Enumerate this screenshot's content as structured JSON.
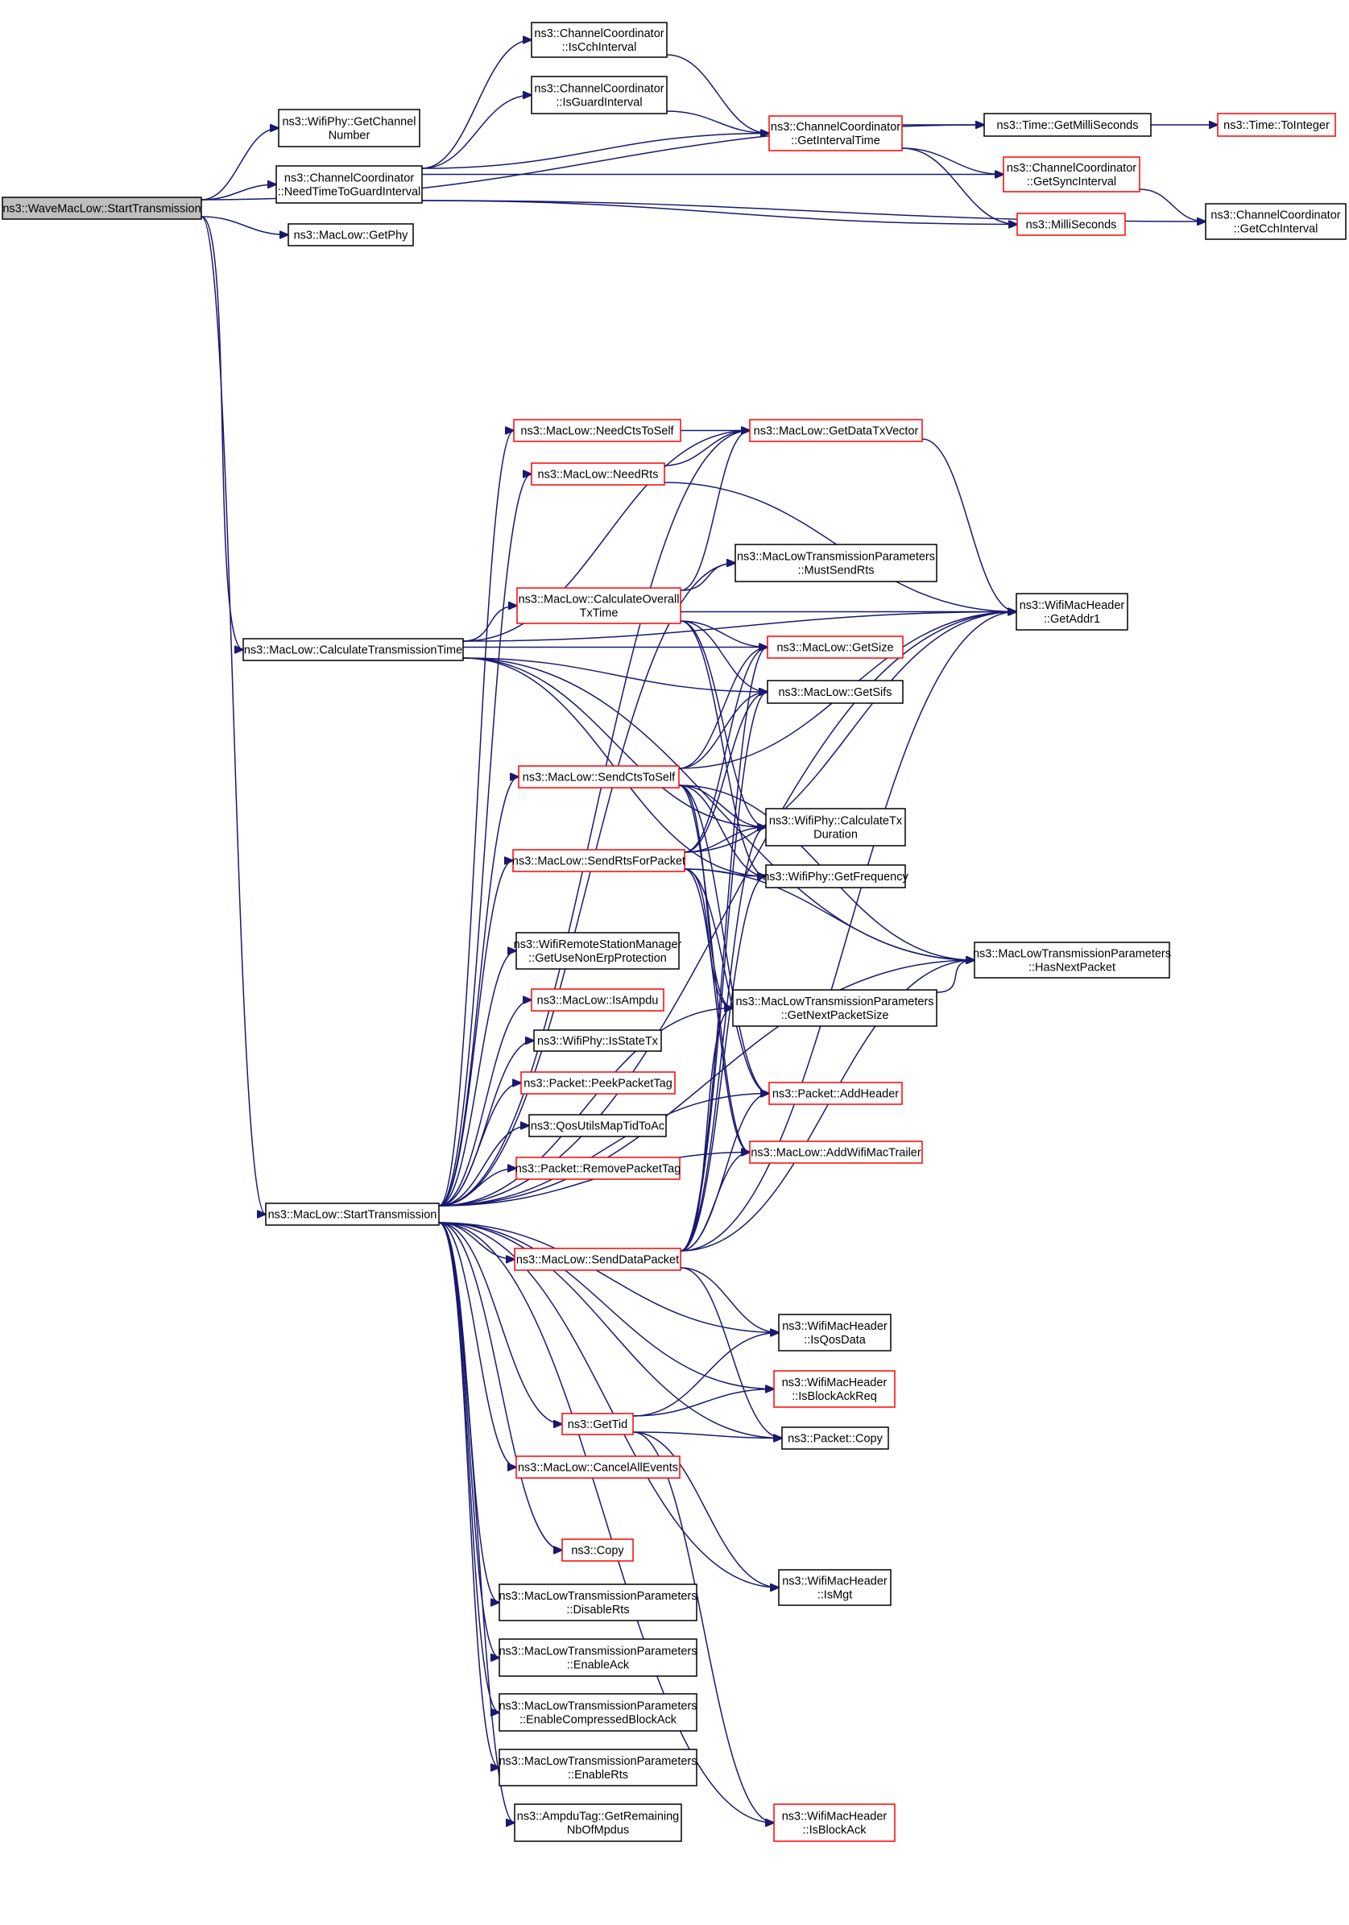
{
  "nodes": [
    {
      "id": "root",
      "lines": [
        "ns3::WaveMacLow::StartTransmission"
      ],
      "border": "black",
      "fill": "#bfbfbf"
    },
    {
      "id": "getchannel",
      "lines": [
        "ns3::WifiPhy::GetChannel",
        "Number"
      ],
      "border": "black"
    },
    {
      "id": "needtime",
      "lines": [
        "ns3::ChannelCoordinator",
        "::NeedTimeToGuardInterval"
      ],
      "border": "black"
    },
    {
      "id": "getphy",
      "lines": [
        "ns3::MacLow::GetPhy"
      ],
      "border": "black"
    },
    {
      "id": "iscch",
      "lines": [
        "ns3::ChannelCoordinator",
        "::IsCchInterval"
      ],
      "border": "black"
    },
    {
      "id": "isguard",
      "lines": [
        "ns3::ChannelCoordinator",
        "::IsGuardInterval"
      ],
      "border": "black"
    },
    {
      "id": "getinterval",
      "lines": [
        "ns3::ChannelCoordinator",
        "::GetIntervalTime"
      ],
      "border": "red"
    },
    {
      "id": "getmilli",
      "lines": [
        "ns3::Time::GetMilliSeconds"
      ],
      "border": "black"
    },
    {
      "id": "tointeger",
      "lines": [
        "ns3::Time::ToInteger"
      ],
      "border": "red"
    },
    {
      "id": "getsync",
      "lines": [
        "ns3::ChannelCoordinator",
        "::GetSyncInterval"
      ],
      "border": "red"
    },
    {
      "id": "milliseconds",
      "lines": [
        "ns3::MilliSeconds"
      ],
      "border": "red"
    },
    {
      "id": "getcch",
      "lines": [
        "ns3::ChannelCoordinator",
        "::GetCchInterval"
      ],
      "border": "black"
    },
    {
      "id": "calctt",
      "lines": [
        "ns3::MacLow::CalculateTransmissionTime"
      ],
      "border": "black"
    },
    {
      "id": "starttx",
      "lines": [
        "ns3::MacLow::StartTransmission"
      ],
      "border": "black"
    },
    {
      "id": "needcts",
      "lines": [
        "ns3::MacLow::NeedCtsToSelf"
      ],
      "border": "red"
    },
    {
      "id": "needrts",
      "lines": [
        "ns3::MacLow::NeedRts"
      ],
      "border": "red"
    },
    {
      "id": "getdatatx",
      "lines": [
        "ns3::MacLow::GetDataTxVector"
      ],
      "border": "red"
    },
    {
      "id": "calcoverall",
      "lines": [
        "ns3::MacLow::CalculateOverall",
        "TxTime"
      ],
      "border": "red"
    },
    {
      "id": "mustsendrts",
      "lines": [
        "ns3::MacLowTransmissionParameters",
        "::MustSendRts"
      ],
      "border": "black"
    },
    {
      "id": "getaddr1",
      "lines": [
        "ns3::WifiMacHeader",
        "::GetAddr1"
      ],
      "border": "black"
    },
    {
      "id": "getsize",
      "lines": [
        "ns3::MacLow::GetSize"
      ],
      "border": "red"
    },
    {
      "id": "getsifs",
      "lines": [
        "ns3::MacLow::GetSifs"
      ],
      "border": "black"
    },
    {
      "id": "sendcts",
      "lines": [
        "ns3::MacLow::SendCtsToSelf"
      ],
      "border": "red"
    },
    {
      "id": "calctxdur",
      "lines": [
        "ns3::WifiPhy::CalculateTx",
        "Duration"
      ],
      "border": "black"
    },
    {
      "id": "sendrts",
      "lines": [
        "ns3::MacLow::SendRtsForPacket"
      ],
      "border": "red"
    },
    {
      "id": "getfreq",
      "lines": [
        "ns3::WifiPhy::GetFrequency"
      ],
      "border": "black"
    },
    {
      "id": "getusenonerp",
      "lines": [
        "ns3::WifiRemoteStationManager",
        "::GetUseNonErpProtection"
      ],
      "border": "black"
    },
    {
      "id": "hasnext",
      "lines": [
        "ns3::MacLowTransmissionParameters",
        "::HasNextPacket"
      ],
      "border": "black"
    },
    {
      "id": "isampdu",
      "lines": [
        "ns3::MacLow::IsAmpdu"
      ],
      "border": "red"
    },
    {
      "id": "getnextsize",
      "lines": [
        "ns3::MacLowTransmissionParameters",
        "::GetNextPacketSize"
      ],
      "border": "black"
    },
    {
      "id": "isstatetx",
      "lines": [
        "ns3::WifiPhy::IsStateTx"
      ],
      "border": "black"
    },
    {
      "id": "peektag",
      "lines": [
        "ns3::Packet::PeekPacketTag"
      ],
      "border": "red"
    },
    {
      "id": "addheader",
      "lines": [
        "ns3::Packet::AddHeader"
      ],
      "border": "red"
    },
    {
      "id": "qosutils",
      "lines": [
        "ns3::QosUtilsMapTidToAc"
      ],
      "border": "black"
    },
    {
      "id": "addtrailer",
      "lines": [
        "ns3::MacLow::AddWifiMacTrailer"
      ],
      "border": "red"
    },
    {
      "id": "removetag",
      "lines": [
        "ns3::Packet::RemovePacketTag"
      ],
      "border": "red"
    },
    {
      "id": "senddata",
      "lines": [
        "ns3::MacLow::SendDataPacket"
      ],
      "border": "red"
    },
    {
      "id": "isqosdata",
      "lines": [
        "ns3::WifiMacHeader",
        "::IsQosData"
      ],
      "border": "black"
    },
    {
      "id": "isbareq",
      "lines": [
        "ns3::WifiMacHeader",
        "::IsBlockAckReq"
      ],
      "border": "red"
    },
    {
      "id": "gettid",
      "lines": [
        "ns3::GetTid"
      ],
      "border": "red"
    },
    {
      "id": "pktcopy",
      "lines": [
        "ns3::Packet::Copy"
      ],
      "border": "black"
    },
    {
      "id": "cancelall",
      "lines": [
        "ns3::MacLow::CancelAllEvents"
      ],
      "border": "red"
    },
    {
      "id": "copy",
      "lines": [
        "ns3::Copy"
      ],
      "border": "red"
    },
    {
      "id": "ismgt",
      "lines": [
        "ns3::WifiMacHeader",
        "::IsMgt"
      ],
      "border": "black"
    },
    {
      "id": "disablerts",
      "lines": [
        "ns3::MacLowTransmissionParameters",
        "::DisableRts"
      ],
      "border": "black"
    },
    {
      "id": "enableack",
      "lines": [
        "ns3::MacLowTransmissionParameters",
        "::EnableAck"
      ],
      "border": "black"
    },
    {
      "id": "enablecba",
      "lines": [
        "ns3::MacLowTransmissionParameters",
        "::EnableCompressedBlockAck"
      ],
      "border": "black"
    },
    {
      "id": "enablerts",
      "lines": [
        "ns3::MacLowTransmissionParameters",
        "::EnableRts"
      ],
      "border": "black"
    },
    {
      "id": "ampdutag",
      "lines": [
        "ns3::AmpduTag::GetRemaining",
        "NbOfMpdus"
      ],
      "border": "black"
    },
    {
      "id": "isblockack",
      "lines": [
        "ns3::WifiMacHeader",
        "::IsBlockAck"
      ],
      "border": "red"
    }
  ],
  "edges": [
    [
      "root",
      "getmilli"
    ],
    [
      "root",
      "getchannel"
    ],
    [
      "root",
      "needtime"
    ],
    [
      "root",
      "getphy"
    ],
    [
      "root",
      "calctt"
    ],
    [
      "root",
      "starttx"
    ],
    [
      "needtime",
      "iscch"
    ],
    [
      "needtime",
      "isguard"
    ],
    [
      "needtime",
      "getinterval"
    ],
    [
      "needtime",
      "getsync"
    ],
    [
      "needtime",
      "milliseconds"
    ],
    [
      "needtime",
      "getcch"
    ],
    [
      "iscch",
      "getinterval"
    ],
    [
      "isguard",
      "getinterval"
    ],
    [
      "getinterval",
      "getmilli"
    ],
    [
      "getinterval",
      "getsync"
    ],
    [
      "getinterval",
      "milliseconds"
    ],
    [
      "getmilli",
      "tointeger"
    ],
    [
      "getsync",
      "getcch"
    ],
    [
      "calctt",
      "calcoverall"
    ],
    [
      "calctt",
      "getdatatx"
    ],
    [
      "calctt",
      "getaddr1"
    ],
    [
      "calctt",
      "getsize"
    ],
    [
      "calctt",
      "getsifs"
    ],
    [
      "calctt",
      "calctxdur"
    ],
    [
      "calctt",
      "getfreq"
    ],
    [
      "calctt",
      "hasnext"
    ],
    [
      "needcts",
      "getdatatx"
    ],
    [
      "needrts",
      "getdatatx"
    ],
    [
      "needrts",
      "getaddr1"
    ],
    [
      "getdatatx",
      "getaddr1"
    ],
    [
      "calcoverall",
      "getdatatx"
    ],
    [
      "calcoverall",
      "mustsendrts"
    ],
    [
      "calcoverall",
      "getaddr1"
    ],
    [
      "calcoverall",
      "getsize"
    ],
    [
      "calcoverall",
      "getsifs"
    ],
    [
      "calcoverall",
      "calctxdur"
    ],
    [
      "calcoverall",
      "getfreq"
    ],
    [
      "sendcts",
      "getsize"
    ],
    [
      "sendcts",
      "getsifs"
    ],
    [
      "sendcts",
      "getaddr1"
    ],
    [
      "sendcts",
      "calctxdur"
    ],
    [
      "sendcts",
      "getfreq"
    ],
    [
      "sendcts",
      "hasnext"
    ],
    [
      "sendcts",
      "getnextsize"
    ],
    [
      "sendcts",
      "addheader"
    ],
    [
      "sendcts",
      "addtrailer"
    ],
    [
      "sendrts",
      "getsize"
    ],
    [
      "sendrts",
      "getsifs"
    ],
    [
      "sendrts",
      "calctxdur"
    ],
    [
      "sendrts",
      "getfreq"
    ],
    [
      "sendrts",
      "getaddr1"
    ],
    [
      "sendrts",
      "hasnext"
    ],
    [
      "sendrts",
      "getnextsize"
    ],
    [
      "sendrts",
      "addheader"
    ],
    [
      "sendrts",
      "addtrailer"
    ],
    [
      "getnextsize",
      "hasnext"
    ],
    [
      "senddata",
      "getsize"
    ],
    [
      "senddata",
      "getsifs"
    ],
    [
      "senddata",
      "calctxdur"
    ],
    [
      "senddata",
      "getfreq"
    ],
    [
      "senddata",
      "getaddr1"
    ],
    [
      "senddata",
      "hasnext"
    ],
    [
      "senddata",
      "getnextsize"
    ],
    [
      "senddata",
      "addheader"
    ],
    [
      "senddata",
      "addtrailer"
    ],
    [
      "senddata",
      "isqosdata"
    ],
    [
      "senddata",
      "pktcopy"
    ],
    [
      "starttx",
      "needcts"
    ],
    [
      "starttx",
      "needrts"
    ],
    [
      "starttx",
      "getdatatx"
    ],
    [
      "starttx",
      "mustsendrts"
    ],
    [
      "starttx",
      "sendcts"
    ],
    [
      "starttx",
      "sendrts"
    ],
    [
      "starttx",
      "getusenonerp"
    ],
    [
      "starttx",
      "isampdu"
    ],
    [
      "starttx",
      "isstatetx"
    ],
    [
      "starttx",
      "peektag"
    ],
    [
      "starttx",
      "qosutils"
    ],
    [
      "starttx",
      "removetag"
    ],
    [
      "starttx",
      "senddata"
    ],
    [
      "starttx",
      "getaddr1"
    ],
    [
      "starttx",
      "addheader"
    ],
    [
      "starttx",
      "addtrailer"
    ],
    [
      "starttx",
      "isqosdata"
    ],
    [
      "starttx",
      "isbareq"
    ],
    [
      "starttx",
      "gettid"
    ],
    [
      "starttx",
      "pktcopy"
    ],
    [
      "starttx",
      "cancelall"
    ],
    [
      "starttx",
      "copy"
    ],
    [
      "starttx",
      "disablerts"
    ],
    [
      "starttx",
      "enableack"
    ],
    [
      "starttx",
      "enablecba"
    ],
    [
      "starttx",
      "enablerts"
    ],
    [
      "starttx",
      "ampdutag"
    ],
    [
      "starttx",
      "ismgt"
    ],
    [
      "starttx",
      "isblockack"
    ],
    [
      "starttx",
      "hasnext"
    ],
    [
      "starttx",
      "getnextsize"
    ],
    [
      "gettid",
      "isqosdata"
    ],
    [
      "gettid",
      "isbareq"
    ],
    [
      "gettid",
      "pktcopy"
    ],
    [
      "gettid",
      "ismgt"
    ],
    [
      "gettid",
      "isblockack"
    ]
  ]
}
